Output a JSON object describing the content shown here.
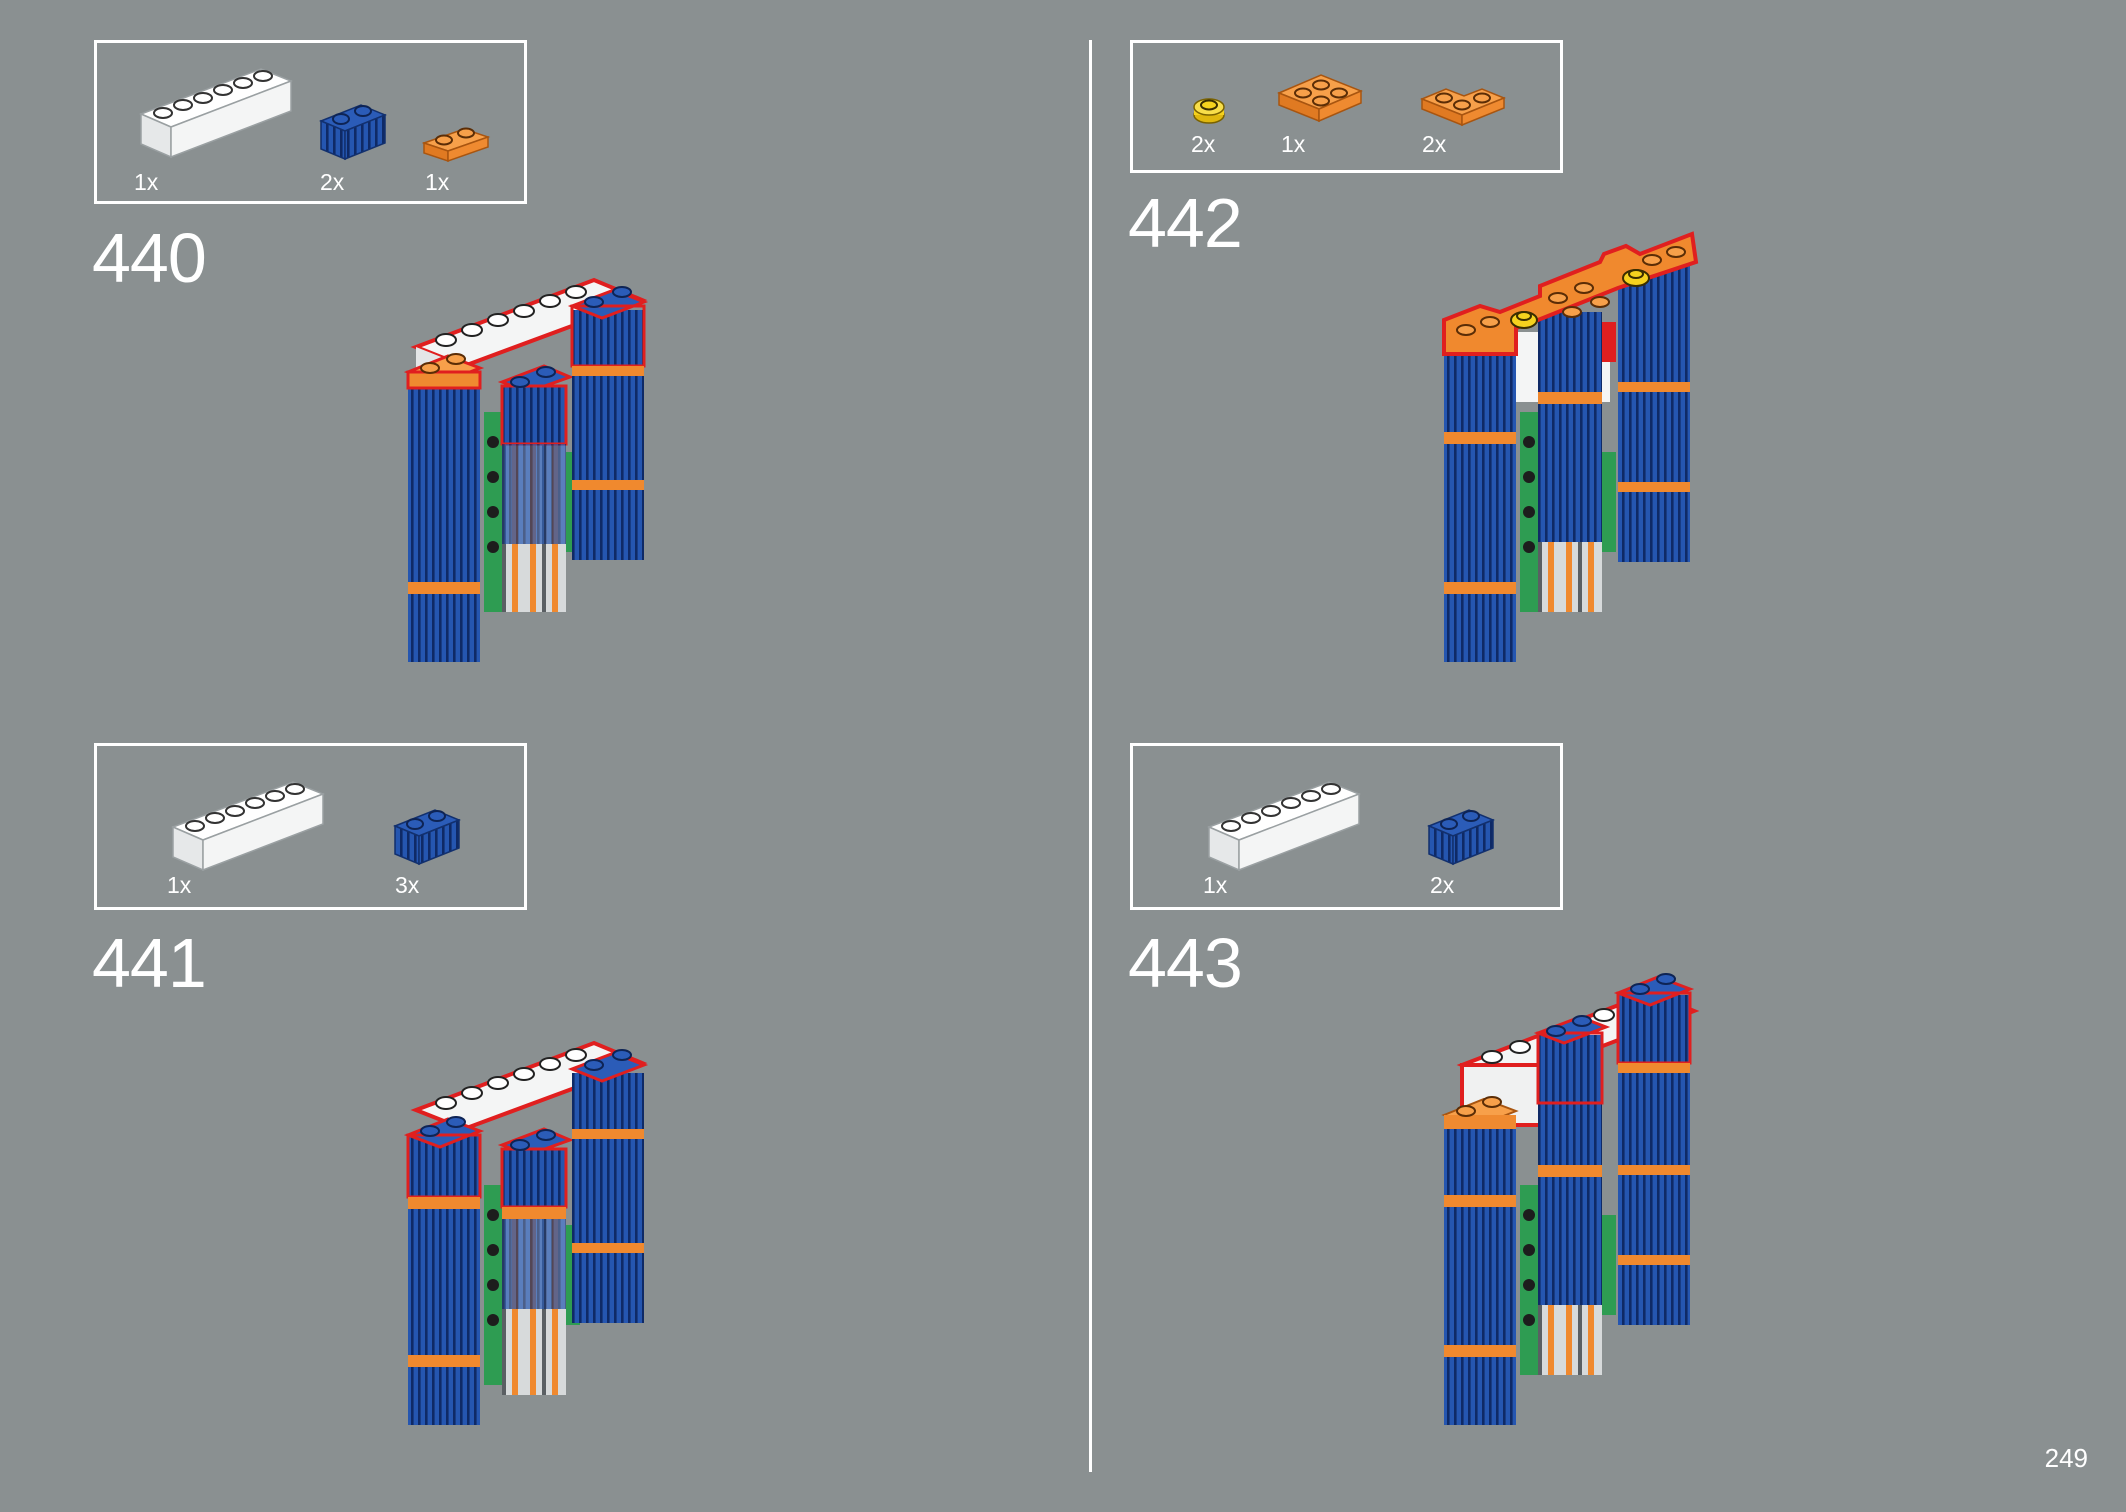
{
  "colors": {
    "background": "#8a9091",
    "blue": "#1f4fa8",
    "orange": "#f0892e",
    "white": "#f4f4f4",
    "yellow": "#f5d21e",
    "green": "#2e9c52",
    "callout": "#e01f1f"
  },
  "steps": [
    {
      "number": "440",
      "parts": [
        {
          "icon": "white-brick-1x6",
          "qty": "1x"
        },
        {
          "icon": "blue-grille-brick-1x2",
          "qty": "2x"
        },
        {
          "icon": "orange-plate-1x2",
          "qty": "1x"
        }
      ]
    },
    {
      "number": "441",
      "parts": [
        {
          "icon": "white-brick-1x6",
          "qty": "1x"
        },
        {
          "icon": "blue-grille-brick-1x2",
          "qty": "3x"
        }
      ]
    },
    {
      "number": "442",
      "parts": [
        {
          "icon": "yellow-round-plate-1x1",
          "qty": "2x"
        },
        {
          "icon": "orange-plate-2x2",
          "qty": "1x"
        },
        {
          "icon": "orange-corner-plate-2x2",
          "qty": "2x"
        }
      ]
    },
    {
      "number": "443",
      "parts": [
        {
          "icon": "white-brick-1x6",
          "qty": "1x"
        },
        {
          "icon": "blue-grille-brick-1x2",
          "qty": "2x"
        }
      ]
    }
  ],
  "page_number": "249"
}
